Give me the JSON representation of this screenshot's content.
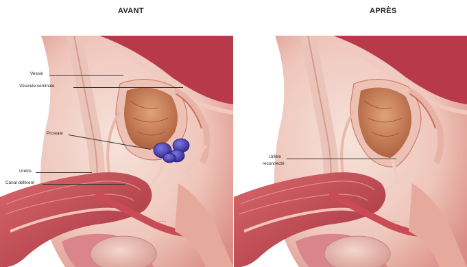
{
  "titles": {
    "before": "AVANT",
    "after": "APRÈS"
  },
  "labels": {
    "bladder": "Vessie",
    "seminal_vesicle": "Vésicule séminale",
    "prostate": "Prostate",
    "urethra": "Urètre",
    "vas_deferens": "Canal déférent",
    "reconnected_urethra_line1": "Urètre",
    "reconnected_urethra_line2": "reconnecté"
  },
  "colors": {
    "tissue_light": "#f4d8cf",
    "tissue_pink": "#e9a79b",
    "flesh_red": "#c9505a",
    "deep_red": "#a8323e",
    "bladder": "#c8795a",
    "prostate": "#4b3fb0",
    "background": "#ffffff"
  }
}
